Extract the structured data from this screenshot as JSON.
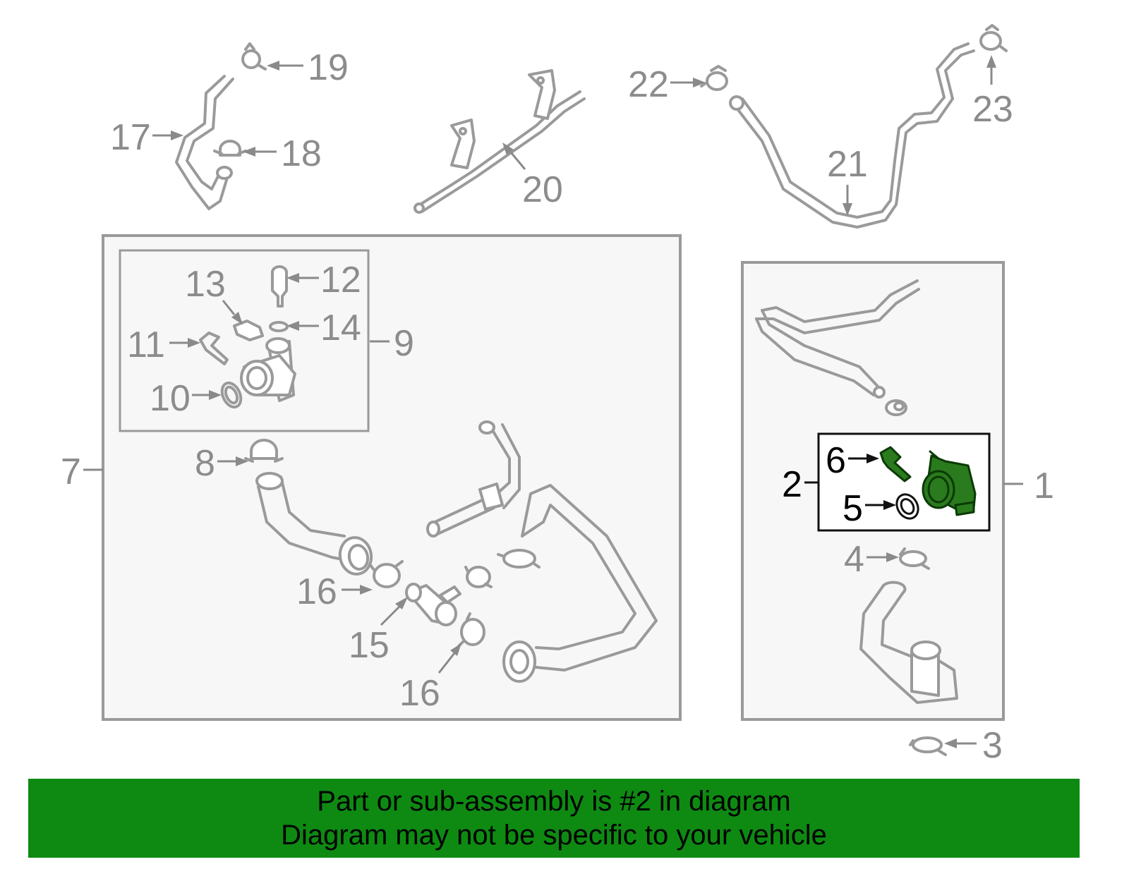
{
  "diagram": {
    "callouts": [
      "1",
      "2",
      "3",
      "4",
      "5",
      "6",
      "7",
      "8",
      "9",
      "10",
      "11",
      "12",
      "13",
      "14",
      "15",
      "16",
      "16",
      "17",
      "18",
      "19",
      "20",
      "21",
      "22",
      "23"
    ],
    "highlighted_part": "2",
    "highlight_color": "#2a7a1e"
  },
  "banner": {
    "line1": "Part or sub-assembly is #2 in diagram",
    "line2": "Diagram may not be specific to your vehicle",
    "background": "#0e8a12"
  }
}
